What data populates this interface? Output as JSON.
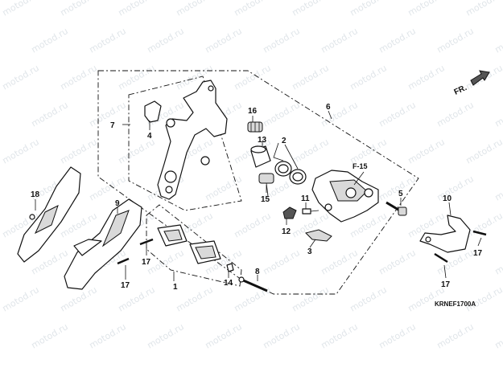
{
  "watermark": {
    "text": "motod.ru"
  },
  "direction": {
    "label": "FR."
  },
  "reference": {
    "label": "F-15"
  },
  "drawing_code": "KRNEF1700A",
  "callouts": {
    "c1": "1",
    "c2": "2",
    "c3": "3",
    "c4": "4",
    "c5": "5",
    "c6": "6",
    "c7": "7",
    "c8": "8",
    "c9": "9",
    "c10": "10",
    "c11": "11",
    "c12": "12",
    "c13": "13",
    "c14": "14",
    "c15": "15",
    "c16": "16",
    "c17a": "17",
    "c17b": "17",
    "c17c": "17",
    "c17d": "17",
    "c18": "18"
  },
  "colors": {
    "line": "#111111",
    "watermark": "#c7d0d8",
    "background": "#ffffff"
  }
}
